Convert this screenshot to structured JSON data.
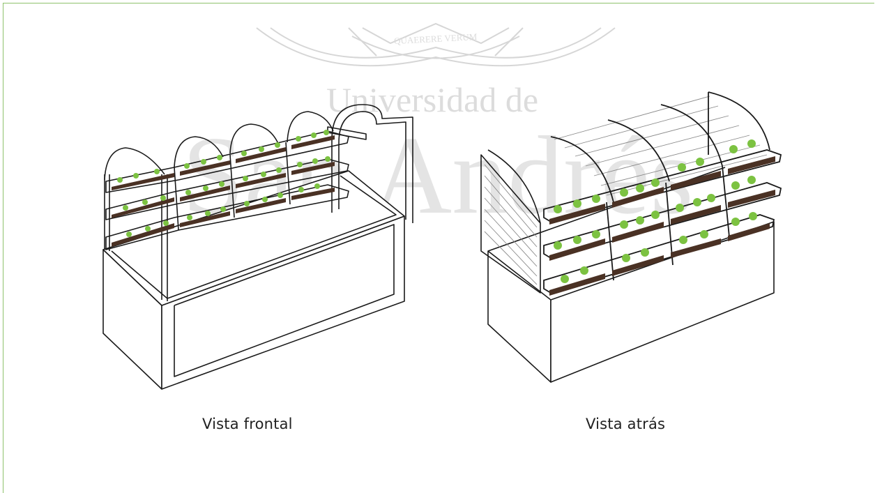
{
  "watermark": {
    "motto": "QUAERERE VERUM",
    "line1": "Universidad de",
    "line2": "San Andrés",
    "color": "#dcdcdc"
  },
  "frame_color": "#8dc26b",
  "captions": {
    "front": "Vista frontal",
    "back": "Vista atrás"
  },
  "colors": {
    "soil": "#4a3124",
    "plant": "#7cc241",
    "line": "#1a1a1a"
  }
}
